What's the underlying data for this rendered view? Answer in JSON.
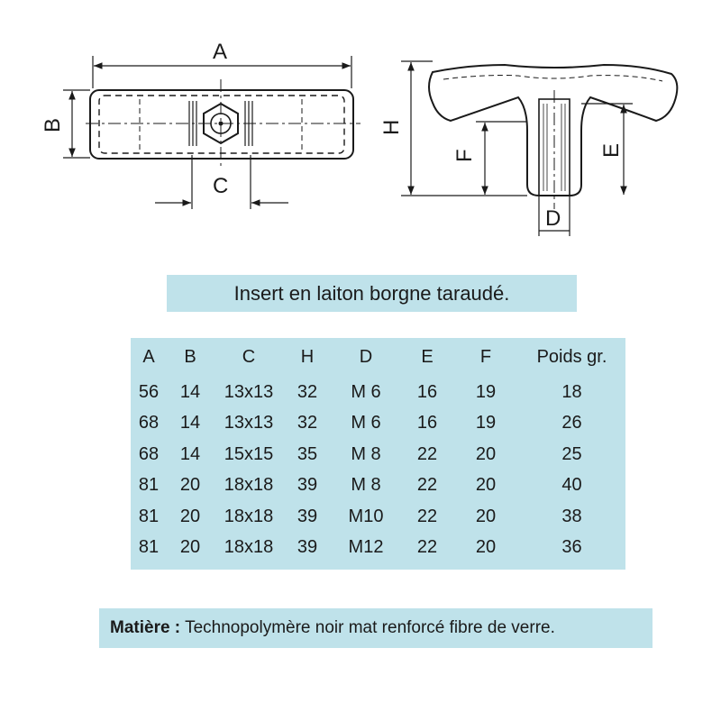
{
  "dimension_labels": {
    "a": "A",
    "b": "B",
    "c": "C",
    "h": "H",
    "f": "F",
    "e": "E",
    "d": "D"
  },
  "caption": "Insert en laiton borgne taraudé.",
  "table": {
    "headers": [
      "A",
      "B",
      "C",
      "H",
      "D",
      "E",
      "F",
      "Poids gr."
    ],
    "rows": [
      [
        "56",
        "14",
        "13x13",
        "32",
        "M 6",
        "16",
        "19",
        "18"
      ],
      [
        "68",
        "14",
        "13x13",
        "32",
        "M 6",
        "16",
        "19",
        "26"
      ],
      [
        "68",
        "14",
        "15x15",
        "35",
        "M 8",
        "22",
        "20",
        "25"
      ],
      [
        "81",
        "20",
        "18x18",
        "39",
        "M 8",
        "22",
        "20",
        "40"
      ],
      [
        "81",
        "20",
        "18x18",
        "39",
        "M10",
        "22",
        "20",
        "38"
      ],
      [
        "81",
        "20",
        "18x18",
        "39",
        "M12",
        "22",
        "20",
        "36"
      ]
    ]
  },
  "material": {
    "label": "Matière :",
    "text": " Technopolymère noir mat renforcé fibre de verre."
  },
  "colors": {
    "panel": "#bfe2ea",
    "ink": "#1a1a1a"
  }
}
